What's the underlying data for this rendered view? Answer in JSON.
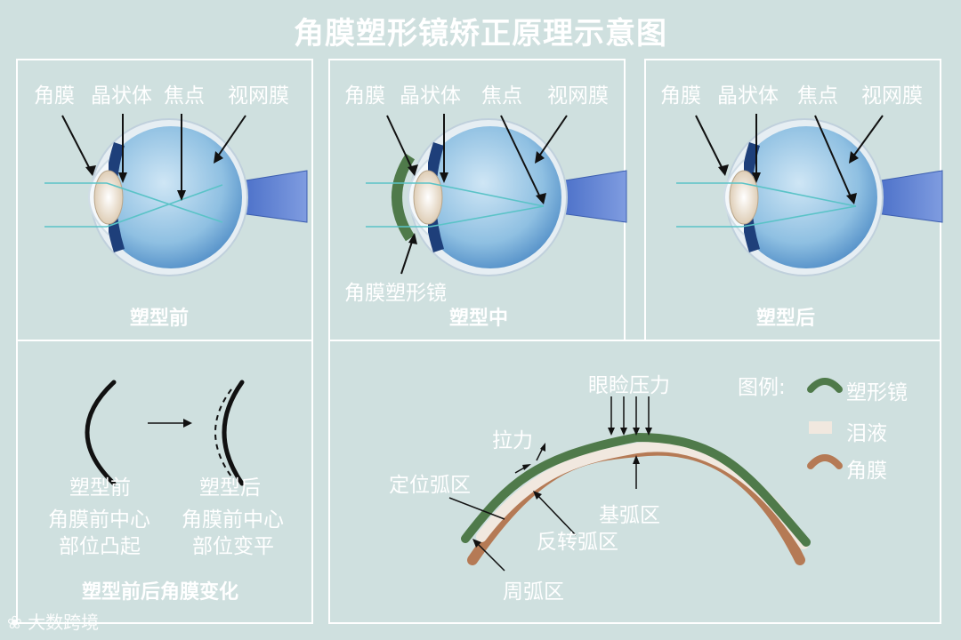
{
  "title": "角膜塑形镜矫正原理示意图",
  "eye_labels": {
    "cornea": "角膜",
    "lens": "晶状体",
    "focus": "焦点",
    "retina": "视网膜"
  },
  "panels": {
    "before": {
      "caption": "塑型前"
    },
    "during": {
      "caption": "塑型中",
      "lens_label": "角膜塑形镜"
    },
    "after": {
      "caption": "塑型后"
    }
  },
  "curvature": {
    "before_title": "塑型前",
    "before_desc_1": "角膜前中心",
    "before_desc_2": "部位凸起",
    "after_title": "塑型后",
    "after_desc_1": "角膜前中心",
    "after_desc_2": "部位变平",
    "caption": "塑型前后角膜变化"
  },
  "lens_diagram": {
    "eyelid_pressure": "眼睑压力",
    "tension": "拉力",
    "alignment_zone": "定位弧区",
    "base_zone": "基弧区",
    "reverse_zone": "反转弧区",
    "peripheral_zone": "周弧区"
  },
  "legend": {
    "title": "图例:",
    "items": [
      {
        "label": "塑形镜",
        "color": "#4f7a4a"
      },
      {
        "label": "泪液",
        "color": "#f1e8df"
      },
      {
        "label": "角膜",
        "color": "#b57a55"
      }
    ]
  },
  "watermark": "大数跨境",
  "colors": {
    "background": "#cfe0df",
    "lens": "#4f7a4a",
    "cornea": "#b57a55",
    "tear": "#f1e8df",
    "eyeball": "#3f86c4",
    "optic_nerve": "#5f7fd0"
  }
}
